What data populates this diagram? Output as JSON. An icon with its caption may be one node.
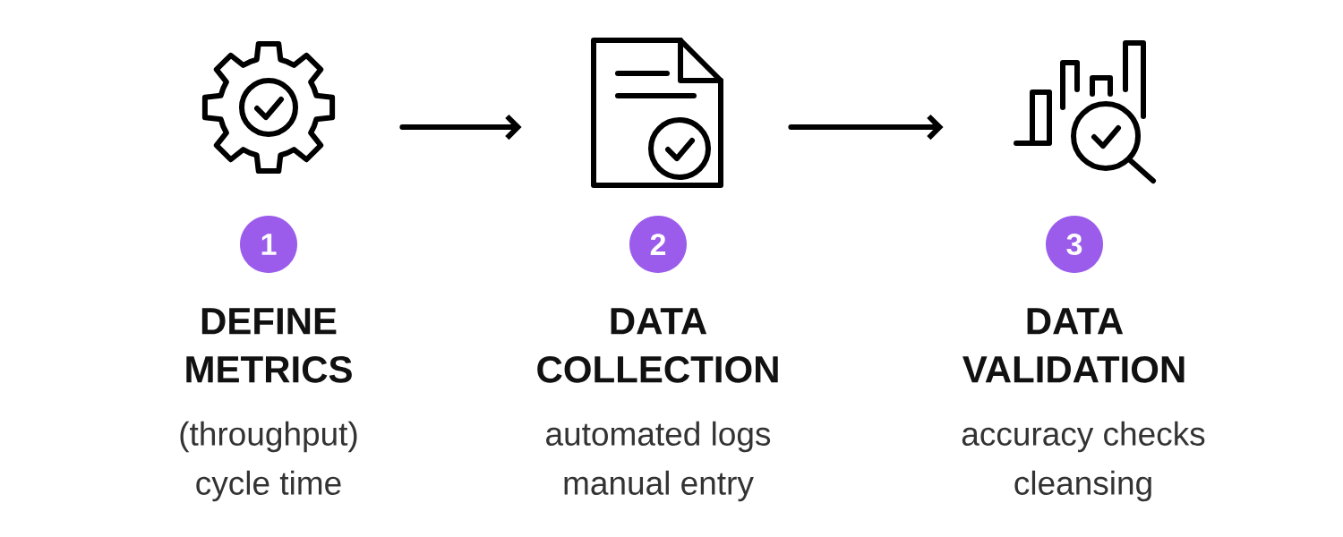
{
  "diagram": {
    "nodes": [
      {
        "text": [],
        "shape": "picture"
      },
      {
        "text": [],
        "shape": "picture"
      },
      {
        "text": [],
        "shape": "picture"
      },
      {
        "text": [
          "1"
        ],
        "beside": [
          "DEFINE METRICS",
          "(throughput)",
          "cycle time"
        ]
      },
      {
        "text": [
          "2"
        ],
        "beside": [
          "DATA COLLECTION",
          "automated logs",
          "manual entry"
        ]
      },
      {
        "text": [
          "3"
        ],
        "beside": [
          "DATA VALIDATION",
          "accuracy checks",
          "cleansing"
        ]
      }
    ],
    "edges": [
      {
        "from": 0,
        "to": 1,
        "arrow": "to"
      },
      {
        "from": 1,
        "to": 2,
        "arrow": "to"
      }
    ]
  }
}
